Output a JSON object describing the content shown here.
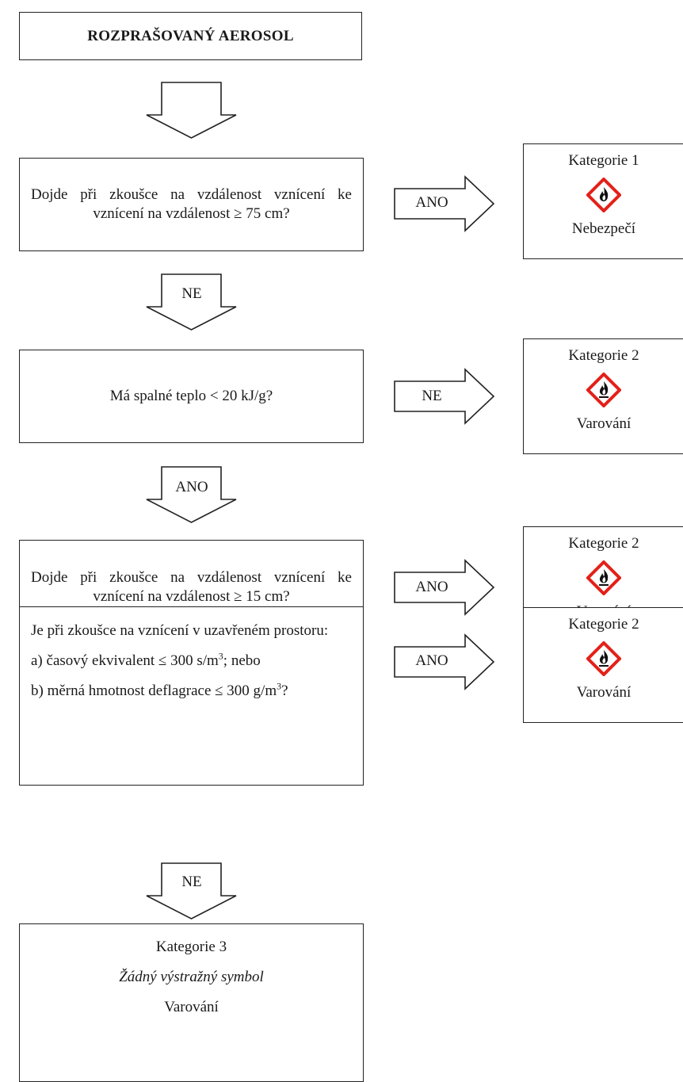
{
  "title": "ROZPRAŠOVANÝ AEROSOL",
  "questions": {
    "q1": "Dojde při zkoušce na vzdálenost vznícení ke vznícení na vzdálenost ≥ 75 cm?",
    "q2": "Má spalné teplo < 20 kJ/g?",
    "q3": "Dojde při zkoušce na vzdálenost vznícení ke vznícení na vzdálenost ≥ 15 cm?",
    "q4": {
      "intro": "Je při zkoušce na vznícení v uzavřeném prostoru:",
      "option_a_before": "a) časový ekvivalent ≤ 300 s/m",
      "option_a_sup": "3",
      "option_a_after": "; nebo",
      "option_b_before": "b) měrná hmotnost deflagrace ≤ 300 g/m",
      "option_b_sup": "3",
      "option_b_after": "?"
    }
  },
  "down_labels": {
    "d2": "NE",
    "d3": "ANO",
    "d4": "NE",
    "d5": "NE"
  },
  "right_labels": {
    "r1": "ANO",
    "r2": "NE",
    "r3": "ANO",
    "r4": "ANO"
  },
  "categories": [
    {
      "title": "Kategorie 1",
      "icon": "flame-pictogram-icon",
      "signal": "Nebezpečí"
    },
    {
      "title": "Kategorie 2",
      "icon": "flame-pictogram-icon",
      "signal": "Varování"
    },
    {
      "title": "Kategorie 2",
      "icon": "flame-pictogram-icon",
      "signal": "Varování"
    },
    {
      "title": "Kategorie 2",
      "icon": "flame-pictogram-icon",
      "signal": "Varování"
    }
  ],
  "final": {
    "title": "Kategorie 3",
    "symbol": "Žádný výstražný symbol",
    "signal": "Varování"
  },
  "colors": {
    "pictogram_border": "#e32119",
    "line": "#222222"
  }
}
